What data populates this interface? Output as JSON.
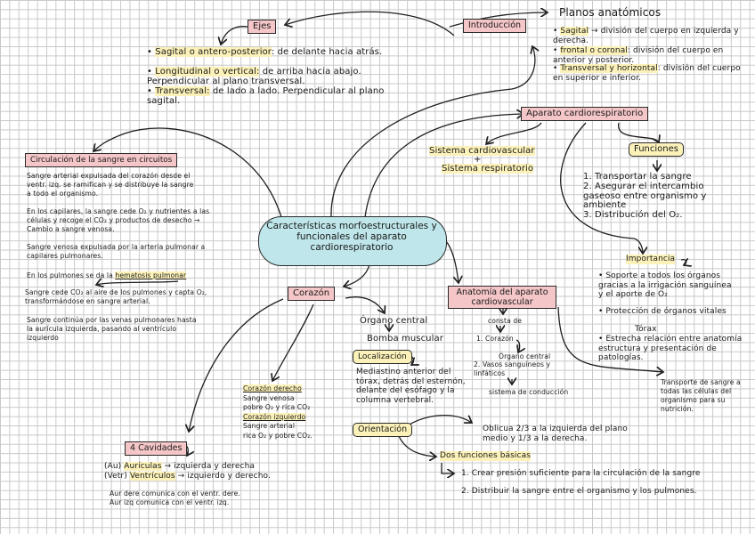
{
  "central": {
    "title": "Características morfoestructurales y funcionales del aparato cardiorespiratorio"
  },
  "ejes": {
    "title": "Ejes",
    "items": [
      {
        "term": "Sagital o antero-posterior",
        "desc": ": de delante hacia atrás."
      },
      {
        "term": "Longitudinal o vertical:",
        "desc": " de arriba hacia abajo. Perpendicular al plano transversal."
      },
      {
        "term": "Transversal:",
        "desc": " de lado a lado. Perpendicular al plano sagital."
      }
    ]
  },
  "introduccion": {
    "title": "Introducción",
    "planos_title": "Planos anatómicos",
    "planos": [
      {
        "term": "Sagital",
        "desc": " → división del cuerpo en izquierda y derecha."
      },
      {
        "term": "frontal o coronal",
        "desc": ": división del cuerpo en anterior y posterior."
      },
      {
        "term": "Transversal y horizontal",
        "desc": ": división del cuerpo en superior e inferior."
      }
    ]
  },
  "aparato": {
    "title": "Aparato cardiorespiratorio",
    "sistema_1": "Sistema cardiovascular",
    "plus": "+",
    "sistema_2": "Sistema respiratorio",
    "funciones_title": "Funciones",
    "funciones": [
      "1. Transportar la sangre",
      "2. Asegurar el intercambio gaseoso entre organismo y ambiente",
      "3. Distribución del O₂."
    ],
    "importancia_title": "Importancia",
    "importancia": [
      "• Soporte a todos los órganos gracias a la irrigación sanguínea y el aporte de O₂",
      "• Protección de órganos vitales",
      "• Estrecha relación entre anatomía estructura y presentación de patologías."
    ],
    "torax": "Tórax",
    "transporte": "Transporte de sangre a todas las células del organismo para su nutrición."
  },
  "circulacion": {
    "title": "Circulación de la sangre en circuitos",
    "p1": "Sangre arterial expulsada del corazón desde el ventr. izq. se ramifican y se distribuye la sangre a todo el organismo.",
    "p2": "En los capilares, la sangre cede O₂ y nutrientes a las células y recoge el CO₂ y productos de desecho → Cambio a sangre venosa.",
    "p3": "Sangre venosa expulsada por la arteria pulmonar a capilares pulmonares.",
    "p4_prefix": "En los pulmones se da la ",
    "p4_highlight": "hematosis pulmonar",
    "p5": "Sangre cede CO₂ al aire de los pulmones y capta O₂, transformándose en sangre arterial.",
    "p6": "Sangre continúa por las venas pulmonares hasta la aurícula izquierda, pasando al ventrículo izquierdo"
  },
  "corazon": {
    "title": "Corazón",
    "organo_central": "Órgano central",
    "bomba": "Bomba muscular",
    "localizacion_title": "Localización",
    "localizacion": "Mediastino anterior del tórax, detrás del esternón, delante del esófago y la columna vertebral.",
    "derecho_title": "Corazón derecho",
    "derecho_desc": "Sangre venosa\npobre O₂ y rica CO₂",
    "izquierdo_title": "Corazón izquierdo",
    "izquierdo_desc": "Sangre arterial\nrica O₂ y pobre CO₂.",
    "orientacion_title": "Orientación",
    "orientacion": "Oblicua 2/3 a la izquierda del plano medio y 1/3 a la derecha.",
    "funciones_title": "Dos funciones básicas",
    "funciones": [
      "1. Crear presión suficiente para la circulación de la sangre",
      "2. Distribuir la sangre entre el organismo y los pulmones."
    ],
    "cavidades_title": "4 Cavidades",
    "cavidades": [
      {
        "prefix": "(Au) ",
        "term": "Aurículas",
        "desc": " → izquierda y derecha"
      },
      {
        "prefix": "(Vetr) ",
        "term": "Ventrículos",
        "desc": " → izquierdo y derecho."
      }
    ],
    "comunica": "Aur dere comunica con el ventr. dere.\nAur izq comunica con el ventr. izq."
  },
  "anatomia": {
    "title": "Anatomía del aparato cardiovascular",
    "consta": "consta de",
    "item1": "1. Corazón",
    "organo_central": "Órgano central",
    "item2": "2. Vasos sanguíneos y linfáticos",
    "sistema": "sistema de conducción"
  }
}
